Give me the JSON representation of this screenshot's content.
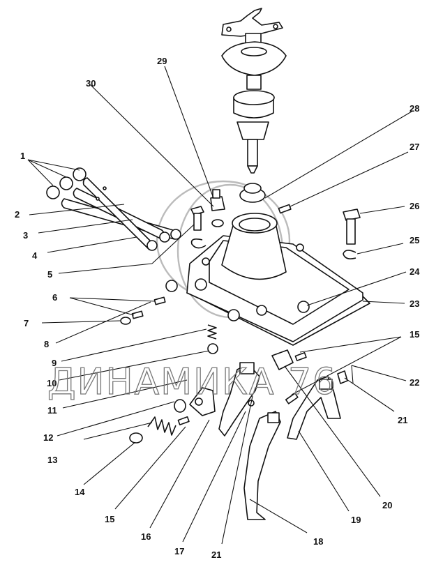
{
  "diagram": {
    "labels": [
      "1",
      "2",
      "3",
      "4",
      "5",
      "6",
      "7",
      "8",
      "9",
      "10",
      "11",
      "12",
      "13",
      "14",
      "15",
      "16",
      "17",
      "18",
      "19",
      "20",
      "21",
      "22",
      "23",
      "24",
      "25",
      "26",
      "27",
      "28",
      "29",
      "30",
      "15",
      "21"
    ],
    "watermark": "ДИНАМИКА 76"
  },
  "colors": {
    "line": "#111111",
    "background": "#ffffff",
    "watermark": "#777777"
  }
}
